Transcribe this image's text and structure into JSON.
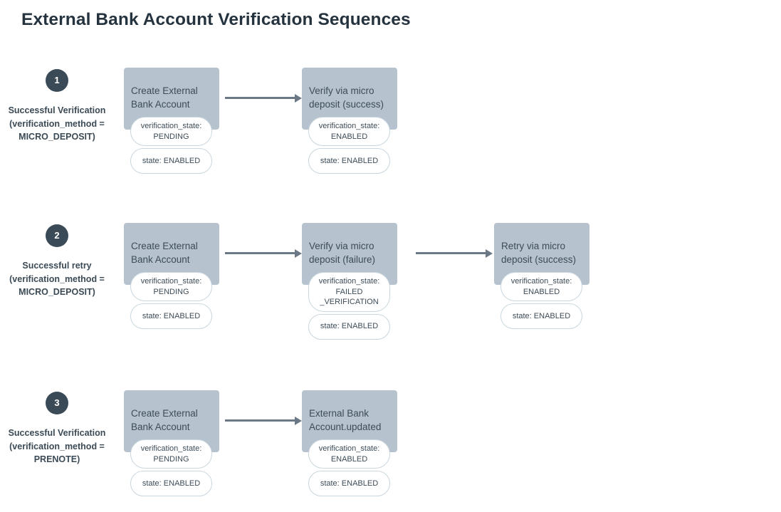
{
  "title": "External Bank Account Verification Sequences",
  "colors": {
    "node_fill": "#b6c2cd",
    "badge_fill": "#3a4a57",
    "arrow": "#6b7885",
    "pill_border": "#c9d6de",
    "text_dark": "#3d4c58",
    "title_text": "#25333f"
  },
  "rows": [
    {
      "number": "1",
      "label_lines": [
        "Successful Verification",
        "(verification_method =",
        "MICRO_DEPOSIT)"
      ],
      "nodes": [
        {
          "title_lines": [
            "Create External",
            "Bank Account"
          ],
          "pills": [
            {
              "lines": [
                "verification_state:",
                "PENDING"
              ]
            },
            {
              "lines": [
                "state: ENABLED"
              ]
            }
          ]
        },
        {
          "title_lines": [
            "Verify via micro",
            "deposit (success)"
          ],
          "pills": [
            {
              "lines": [
                "verification_state:",
                "ENABLED"
              ]
            },
            {
              "lines": [
                "state: ENABLED"
              ]
            }
          ]
        }
      ]
    },
    {
      "number": "2",
      "label_lines": [
        "Successful retry",
        "(verification_method =",
        "MICRO_DEPOSIT)"
      ],
      "nodes": [
        {
          "title_lines": [
            "Create External",
            "Bank Account"
          ],
          "pills": [
            {
              "lines": [
                "verification_state:",
                "PENDING"
              ]
            },
            {
              "lines": [
                "state: ENABLED"
              ]
            }
          ]
        },
        {
          "title_lines": [
            "Verify via micro",
            "deposit (failure)"
          ],
          "pills": [
            {
              "lines": [
                "verification_state:",
                "FAILED",
                "_VERIFICATION"
              ]
            },
            {
              "lines": [
                "state: ENABLED"
              ]
            }
          ]
        },
        {
          "title_lines": [
            "Retry via micro",
            "deposit (success)"
          ],
          "pills": [
            {
              "lines": [
                "verification_state:",
                "ENABLED"
              ]
            },
            {
              "lines": [
                "state: ENABLED"
              ]
            }
          ]
        }
      ]
    },
    {
      "number": "3",
      "label_lines": [
        "Successful Verification",
        "(verification_method =",
        "PRENOTE)"
      ],
      "nodes": [
        {
          "title_lines": [
            "Create External",
            "Bank Account"
          ],
          "pills": [
            {
              "lines": [
                "verification_state:",
                "PENDING"
              ]
            },
            {
              "lines": [
                "state: ENABLED"
              ]
            }
          ]
        },
        {
          "title_lines": [
            "External Bank",
            "Account.updated"
          ],
          "pills": [
            {
              "lines": [
                "verification_state:",
                "ENABLED"
              ]
            },
            {
              "lines": [
                "state: ENABLED"
              ]
            }
          ]
        }
      ]
    }
  ]
}
